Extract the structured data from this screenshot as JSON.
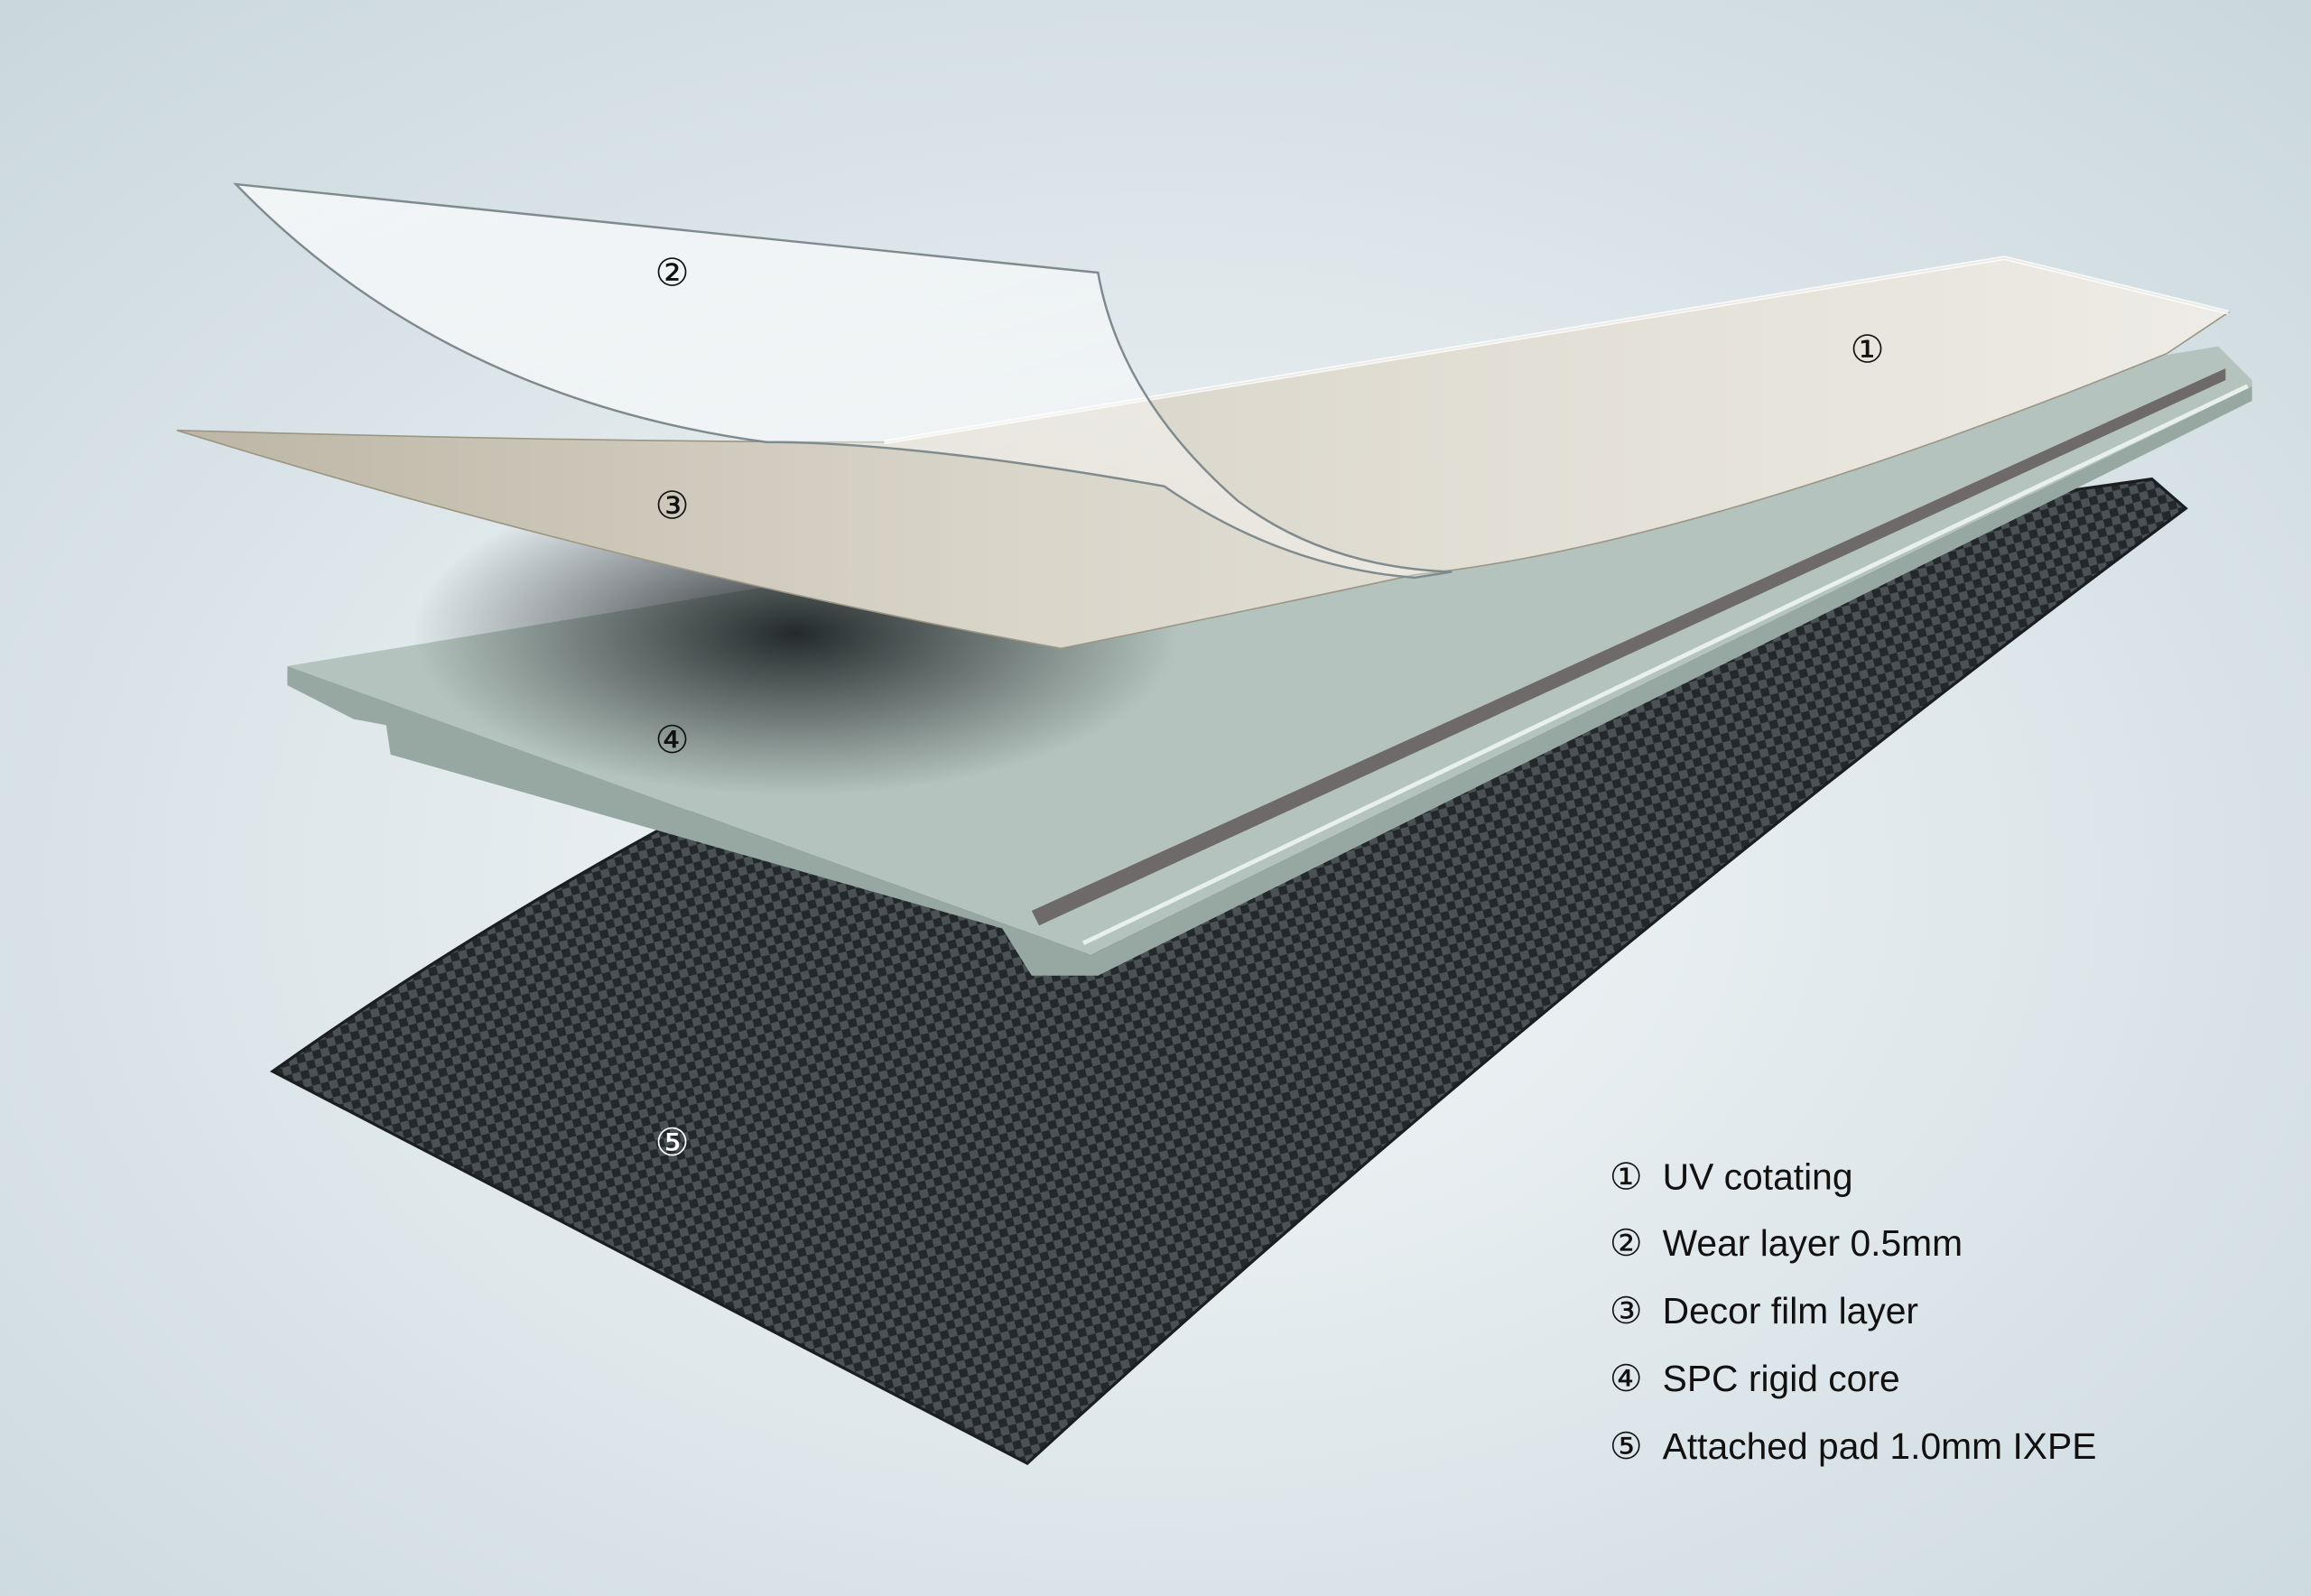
{
  "diagram": {
    "callouts": {
      "uv": "①",
      "wear": "②",
      "decor": "③",
      "core": "④",
      "pad": "⑤"
    },
    "legend": [
      {
        "marker": "①",
        "label": "UV cotating"
      },
      {
        "marker": "②",
        "label": "Wear layer 0.5mm"
      },
      {
        "marker": "③",
        "label": "Decor film layer"
      },
      {
        "marker": "④",
        "label": "SPC rigid core"
      },
      {
        "marker": "⑤",
        "label": "Attached pad 1.0mm IXPE"
      }
    ],
    "colors": {
      "background": "#dfe8ec",
      "pad": "#2b3033",
      "core": "#b4c3bd",
      "decor": "#e3e0d6"
    }
  }
}
